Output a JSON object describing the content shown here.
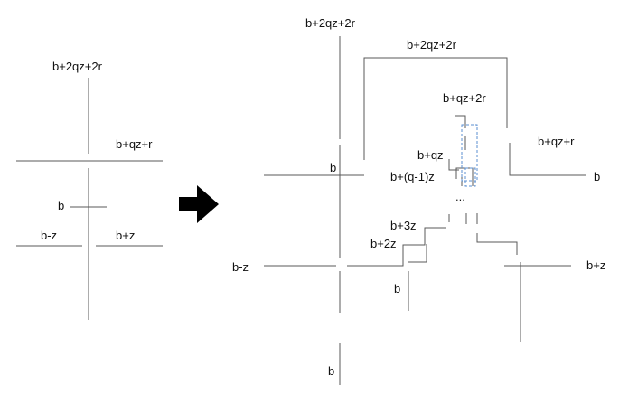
{
  "labels": {
    "left_top": "b+2qz+2r",
    "left_mid_right": "b+qz+r",
    "left_b": "b",
    "left_bmz": "b-z",
    "left_bpz": "b+z",
    "right_top_outer": "b+2qz+2r",
    "right_top_inner": "b+2qz+2r",
    "right_qz2r": "b+qz+2r",
    "right_qzr": "b+qz+r",
    "right_b_left": "b",
    "right_b_right": "b",
    "right_bqz": "b+qz",
    "right_bq1z": "b+(q-1)z",
    "right_dots": "...",
    "right_b3z": "b+3z",
    "right_b2z": "b+2z",
    "right_b_small": "b",
    "right_bmz": "b-z",
    "right_bpz": "b+z",
    "right_b_bottom": "b"
  },
  "arrow": {
    "icon": "right-arrow-icon",
    "color": "#000000"
  },
  "colors": {
    "line": "#595959",
    "dashed": "#5b8fd0",
    "text": "#111111"
  }
}
